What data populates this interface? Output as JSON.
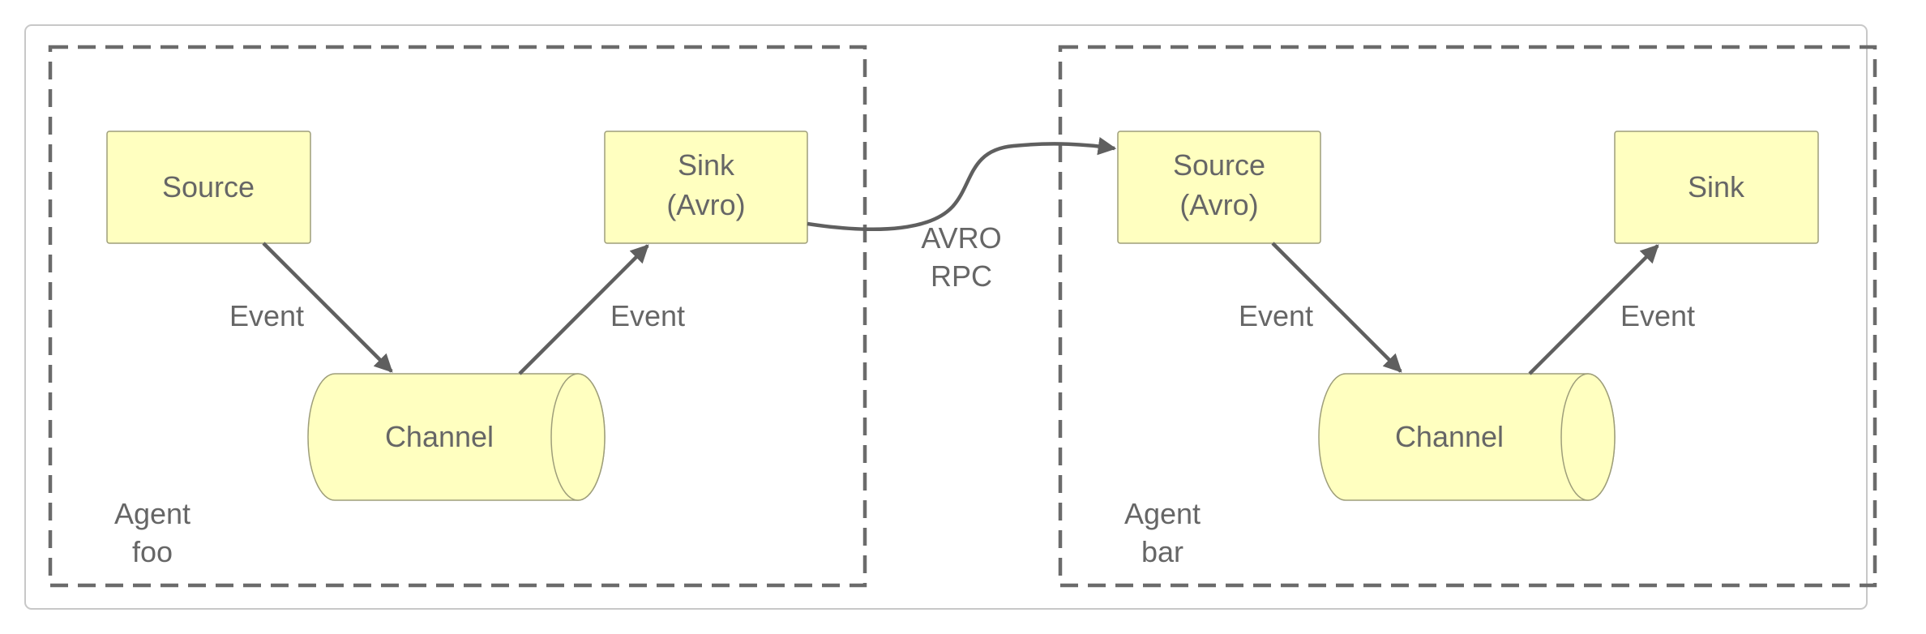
{
  "colors": {
    "node_fill": "#ffffc0",
    "node_stroke": "#9e9e7a",
    "text": "#666666",
    "edge": "#5f5f5f",
    "frame": "#6b6b6b",
    "outer_border": "#c8c8c8"
  },
  "agents": {
    "foo": {
      "label_line1": "Agent",
      "label_line2": "foo",
      "source_label": "Source",
      "sink_label_line1": "Sink",
      "sink_label_line2": "(Avro)",
      "channel_label": "Channel",
      "edge_source_channel_label": "Event",
      "edge_channel_sink_label": "Event"
    },
    "bar": {
      "label_line1": "Agent",
      "label_line2": "bar",
      "source_label_line1": "Source",
      "source_label_line2": "(Avro)",
      "sink_label": "Sink",
      "channel_label": "Channel",
      "edge_source_channel_label": "Event",
      "edge_channel_sink_label": "Event"
    }
  },
  "link": {
    "label_line1": "AVRO",
    "label_line2": "RPC"
  }
}
